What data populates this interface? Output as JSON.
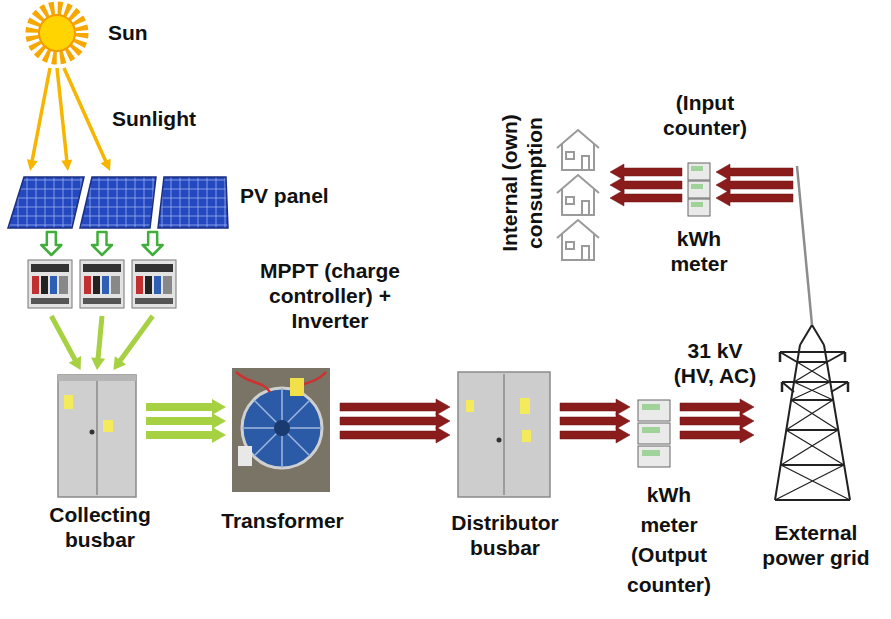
{
  "diagram": {
    "nodes": [
      {
        "text": [
          "Sun"
        ]
      },
      {
        "text": [
          "PV panel"
        ]
      },
      {
        "text": [
          "MPPT (charge controller) + Inverter"
        ]
      },
      {
        "text": [
          "Collecting busbar"
        ]
      },
      {
        "text": [
          "Transformer"
        ]
      },
      {
        "text": [
          "Distributor busbar"
        ]
      },
      {
        "text": [
          "kWh meter (Output counter)"
        ]
      },
      {
        "text": [
          "External power grid"
        ]
      },
      {
        "text": [
          "(Input counter)",
          "kWh meter"
        ]
      },
      {
        "text": [
          "Internal (own) consumption"
        ]
      }
    ],
    "edges": [
      {
        "from": 0,
        "to": 1,
        "arrow": "to",
        "label": "Sunlight"
      },
      {
        "from": 1,
        "to": 2,
        "arrow": "to"
      },
      {
        "from": 2,
        "to": 3,
        "arrow": "to"
      },
      {
        "from": 3,
        "to": 4,
        "arrow": "to"
      },
      {
        "from": 4,
        "to": 5,
        "arrow": "to"
      },
      {
        "from": 5,
        "to": 6,
        "arrow": "to"
      },
      {
        "from": 6,
        "to": 7,
        "arrow": "to",
        "label": "31 kV (HV, AC)"
      },
      {
        "from": 7,
        "to": 8,
        "arrow": "to"
      },
      {
        "from": 8,
        "to": 9,
        "arrow": "to"
      }
    ]
  }
}
